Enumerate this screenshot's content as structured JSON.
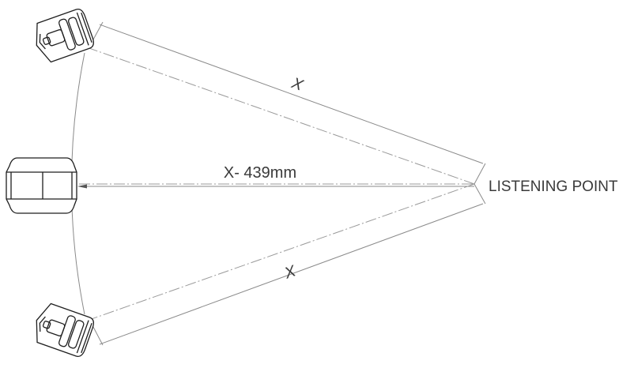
{
  "diagram": {
    "listening_point_label": "LISTENING POINT",
    "upper_distance_label": "X",
    "lower_distance_label": "X",
    "center_distance_label": "X- 439mm"
  },
  "icons": {
    "upper_speaker": "angled-speaker-icon",
    "center_speaker": "center-speaker-icon",
    "lower_speaker": "angled-speaker-icon"
  },
  "colors": {
    "line": "#8a8a8a",
    "ink": "#1e1e1e",
    "text": "#3a3a3a",
    "background": "#ffffff"
  }
}
